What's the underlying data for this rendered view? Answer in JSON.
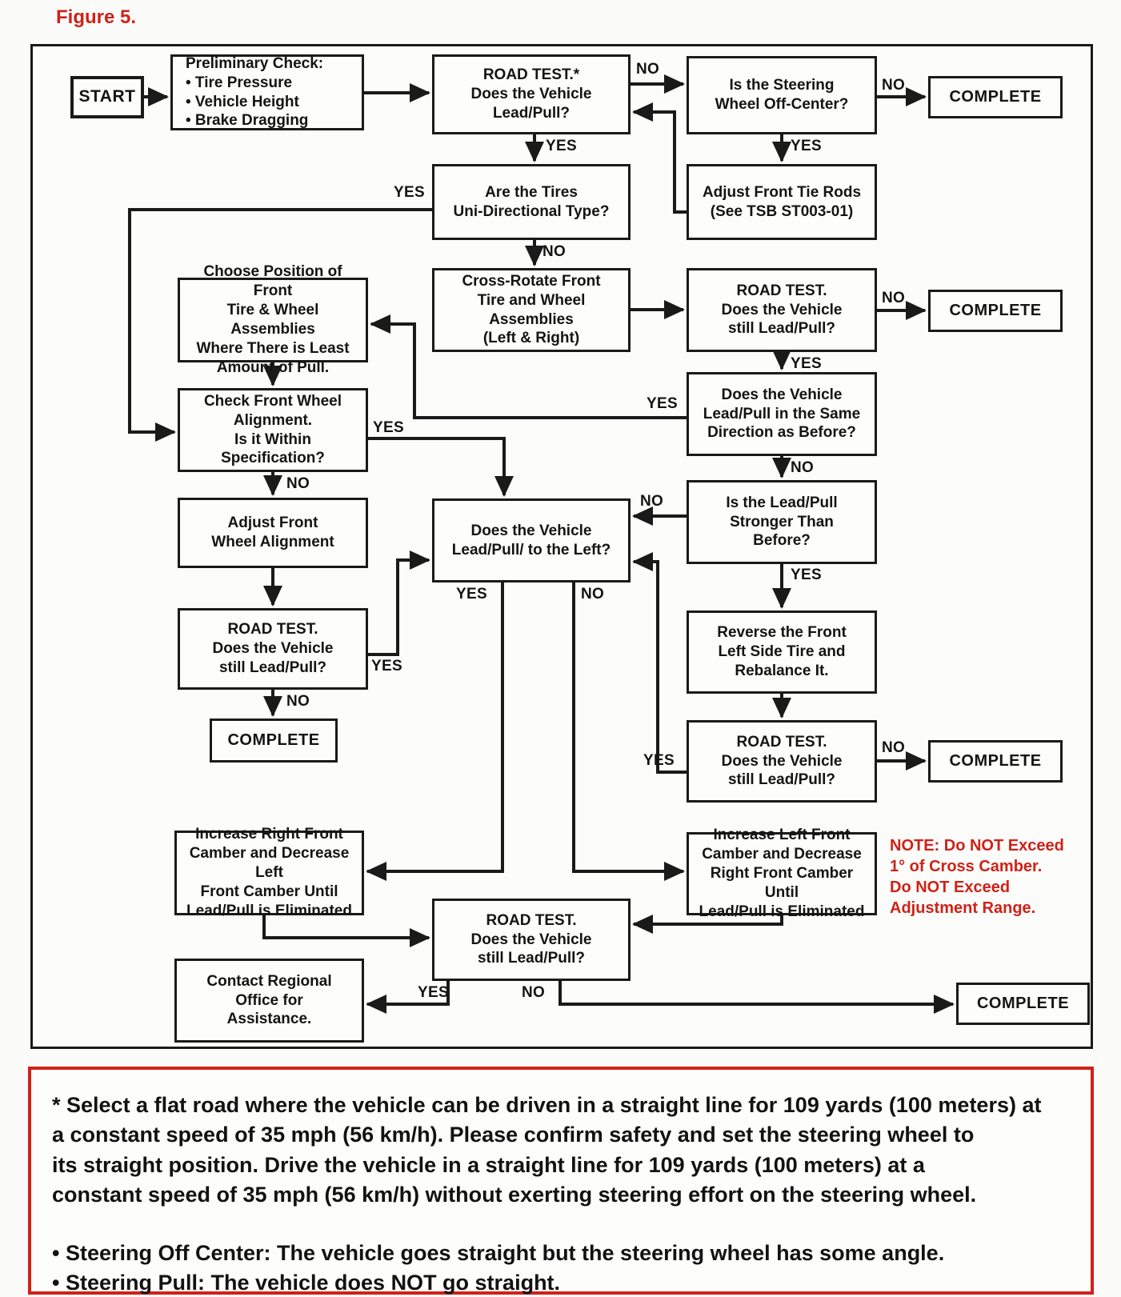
{
  "figure_label": "Figure 5.",
  "labels": {
    "yes": "YES",
    "no": "NO"
  },
  "nodes": {
    "start": "START",
    "prelim": "Preliminary Check:\n•  Tire Pressure\n•  Vehicle Height\n•  Brake Dragging",
    "rt1": "ROAD TEST.*\nDoes the Vehicle\nLead/Pull?",
    "steering": "Is the Steering\nWheel Off-Center?",
    "tierods": "Adjust Front Tie Rods\n(See TSB ST003-01)",
    "unidir": "Are the Tires\nUni-Directional Type?",
    "crossrotate": "Cross-Rotate Front\nTire and Wheel\nAssemblies\n(Left & Right)",
    "road_test_still": "ROAD TEST.\nDoes the Vehicle\nstill Lead/Pull?",
    "choose": "Choose Position of Front\nTire & Wheel Assemblies\nWhere There is Least\nAmount of Pull.",
    "samedir": "Does the Vehicle\nLead/Pull in the Same\nDirection as Before?",
    "check": "Check Front Wheel\nAlignment.\nIs it Within\nSpecification?",
    "adjustalign": "Adjust Front\nWheel Alignment",
    "leadleft": "Does the Vehicle\nLead/Pull/ to the Left?",
    "stronger": "Is the Lead/Pull\nStronger Than\nBefore?",
    "reverse": "Reverse the Front\nLeft Side Tire and\nRebalance It.",
    "increaseright": "Increase Right Front\nCamber and Decrease Left\nFront Camber Until\nLead/Pull is Eliminated",
    "increaseleft": "Increase Left Front\nCamber and Decrease\nRight Front Camber Until\nLead/Pull is Eliminated",
    "contact": "Contact Regional\nOffice for\nAssistance.",
    "complete": "COMPLETE"
  },
  "note": "NOTE: Do NOT Exceed\n1° of Cross Camber.\nDo NOT Exceed\nAdjustment Range.",
  "colors": {
    "accent_red": "#cf2218",
    "line_black": "#1a1a1a"
  },
  "footnote": {
    "paragraph": "* Select a flat road where the vehicle can be driven in a straight line for 109 yards (100 meters) at\na constant speed of 35 mph (56 km/h).  Please confirm safety and set the steering wheel to\nits straight position.  Drive the vehicle in a straight line for 109 yards (100 meters) at a\nconstant speed of 35 mph (56 km/h) without exerting steering effort on the steering wheel.",
    "bullets": [
      "• Steering Off Center:  The vehicle goes straight but the steering wheel has some angle.",
      "• Steering Pull:  The vehicle does NOT go straight."
    ]
  }
}
